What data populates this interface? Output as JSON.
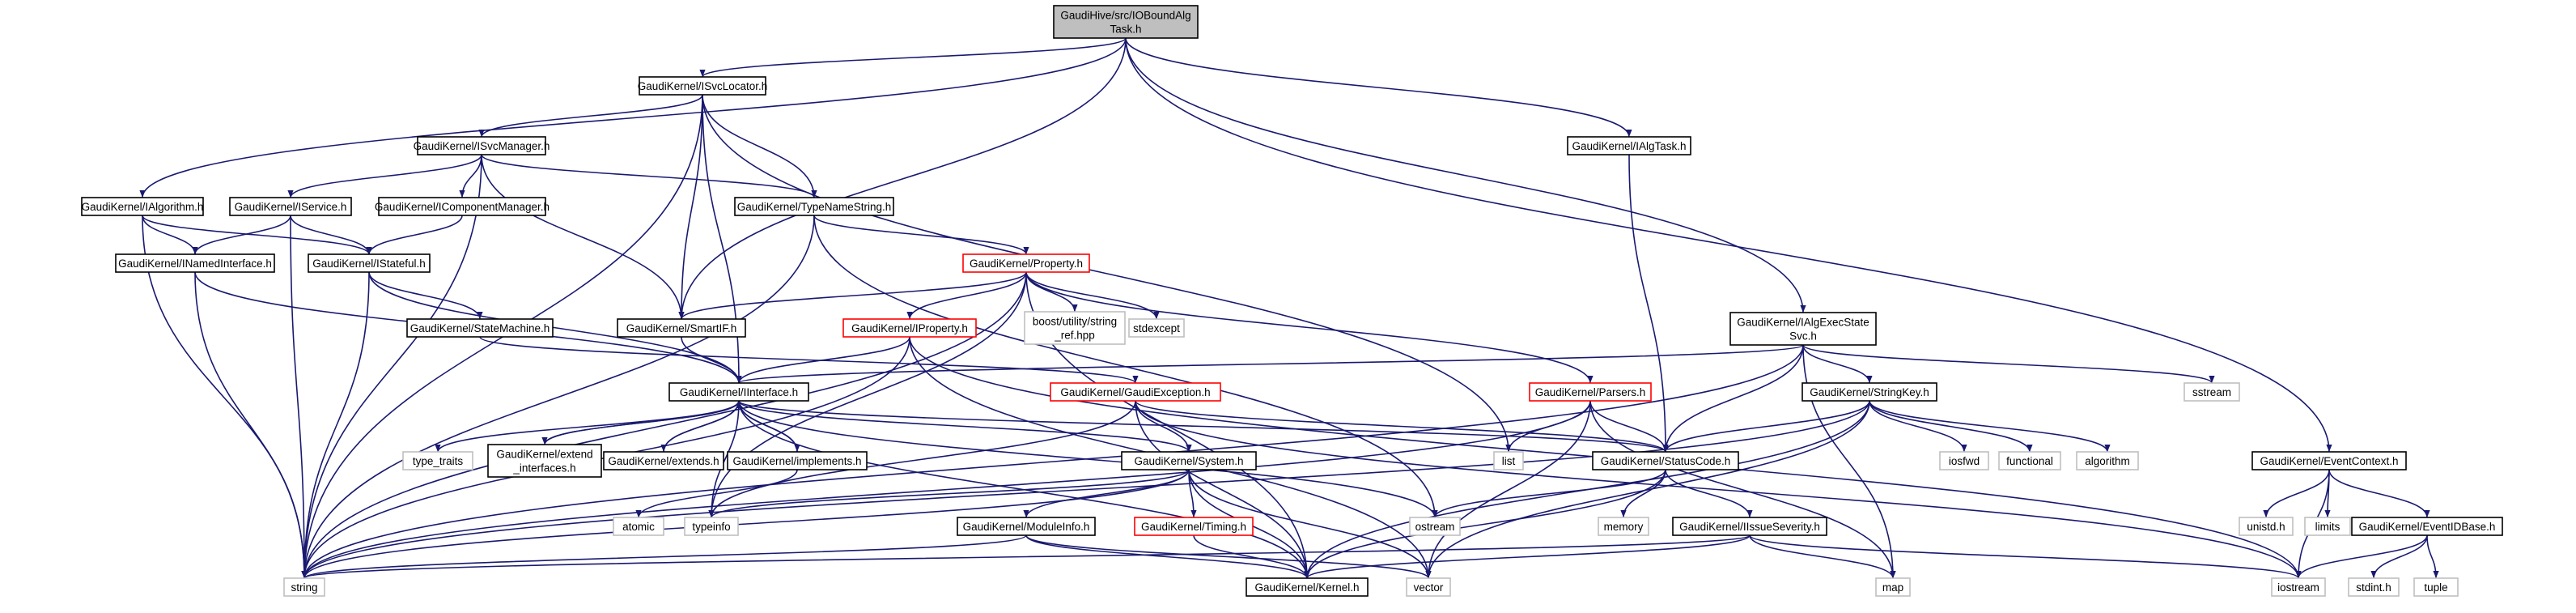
{
  "nodes": [
    {
      "id": "root",
      "kind": "root",
      "lines": [
        "GaudiHive/src/IOBoundAlg",
        "Task.h"
      ]
    },
    {
      "id": "isvclocator",
      "kind": "normal",
      "lines": [
        "GaudiKernel/ISvcLocator.h"
      ]
    },
    {
      "id": "isvcmanager",
      "kind": "normal",
      "lines": [
        "GaudiKernel/ISvcManager.h"
      ]
    },
    {
      "id": "ialgorithm",
      "kind": "normal",
      "lines": [
        "GaudiKernel/IAlgorithm.h"
      ]
    },
    {
      "id": "iservice",
      "kind": "normal",
      "lines": [
        "GaudiKernel/IService.h"
      ]
    },
    {
      "id": "icomponentmanager",
      "kind": "normal",
      "lines": [
        "GaudiKernel/IComponentManager.h"
      ]
    },
    {
      "id": "typenamestring",
      "kind": "normal",
      "lines": [
        "GaudiKernel/TypeNameString.h"
      ]
    },
    {
      "id": "inamedinterface",
      "kind": "normal",
      "lines": [
        "GaudiKernel/INamedInterface.h"
      ]
    },
    {
      "id": "istateful",
      "kind": "normal",
      "lines": [
        "GaudiKernel/IStateful.h"
      ]
    },
    {
      "id": "property",
      "kind": "red",
      "lines": [
        "GaudiKernel/Property.h"
      ]
    },
    {
      "id": "statemachine",
      "kind": "normal",
      "lines": [
        "GaudiKernel/StateMachine.h"
      ]
    },
    {
      "id": "smartif",
      "kind": "normal",
      "lines": [
        "GaudiKernel/SmartIF.h"
      ]
    },
    {
      "id": "iproperty",
      "kind": "red",
      "lines": [
        "GaudiKernel/IProperty.h"
      ]
    },
    {
      "id": "boost_string_ref",
      "kind": "ext",
      "lines": [
        "boost/utility/string",
        "_ref.hpp"
      ]
    },
    {
      "id": "stdexcept",
      "kind": "ext",
      "lines": [
        "stdexcept"
      ]
    },
    {
      "id": "ialgtask",
      "kind": "normal",
      "lines": [
        "GaudiKernel/IAlgTask.h"
      ]
    },
    {
      "id": "ialgexecstatesvc",
      "kind": "normal",
      "lines": [
        "GaudiKernel/IAlgExecState",
        "Svc.h"
      ]
    },
    {
      "id": "iinterface",
      "kind": "normal",
      "lines": [
        "GaudiKernel/IInterface.h"
      ]
    },
    {
      "id": "gaudiexception",
      "kind": "red",
      "lines": [
        "GaudiKernel/GaudiException.h"
      ]
    },
    {
      "id": "parsers",
      "kind": "red",
      "lines": [
        "GaudiKernel/Parsers.h"
      ]
    },
    {
      "id": "stringkey",
      "kind": "normal",
      "lines": [
        "GaudiKernel/StringKey.h"
      ]
    },
    {
      "id": "sstream",
      "kind": "ext",
      "lines": [
        "sstream"
      ]
    },
    {
      "id": "type_traits",
      "kind": "ext",
      "lines": [
        "type_traits"
      ]
    },
    {
      "id": "extend_interfaces",
      "kind": "normal",
      "lines": [
        "GaudiKernel/extend",
        "_interfaces.h"
      ]
    },
    {
      "id": "extends",
      "kind": "normal",
      "lines": [
        "GaudiKernel/extends.h"
      ]
    },
    {
      "id": "implements",
      "kind": "normal",
      "lines": [
        "GaudiKernel/implements.h"
      ]
    },
    {
      "id": "system",
      "kind": "normal",
      "lines": [
        "GaudiKernel/System.h"
      ]
    },
    {
      "id": "list",
      "kind": "ext",
      "lines": [
        "list"
      ]
    },
    {
      "id": "statuscode",
      "kind": "normal",
      "lines": [
        "GaudiKernel/StatusCode.h"
      ]
    },
    {
      "id": "iosfwd",
      "kind": "ext",
      "lines": [
        "iosfwd"
      ]
    },
    {
      "id": "functional",
      "kind": "ext",
      "lines": [
        "functional"
      ]
    },
    {
      "id": "algorithm",
      "kind": "ext",
      "lines": [
        "algorithm"
      ]
    },
    {
      "id": "eventcontext",
      "kind": "normal",
      "lines": [
        "GaudiKernel/EventContext.h"
      ]
    },
    {
      "id": "atomic",
      "kind": "ext",
      "lines": [
        "atomic"
      ]
    },
    {
      "id": "typeinfo",
      "kind": "ext",
      "lines": [
        "typeinfo"
      ]
    },
    {
      "id": "moduleinfo",
      "kind": "normal",
      "lines": [
        "GaudiKernel/ModuleInfo.h"
      ]
    },
    {
      "id": "timing",
      "kind": "red",
      "lines": [
        "GaudiKernel/Timing.h"
      ]
    },
    {
      "id": "ostream",
      "kind": "ext",
      "lines": [
        "ostream"
      ]
    },
    {
      "id": "memory",
      "kind": "ext",
      "lines": [
        "memory"
      ]
    },
    {
      "id": "iissueseverity",
      "kind": "normal",
      "lines": [
        "GaudiKernel/IIssueSeverity.h"
      ]
    },
    {
      "id": "unistd",
      "kind": "ext",
      "lines": [
        "unistd.h"
      ]
    },
    {
      "id": "limits",
      "kind": "ext",
      "lines": [
        "limits"
      ]
    },
    {
      "id": "eventidbase",
      "kind": "normal",
      "lines": [
        "GaudiKernel/EventIDBase.h"
      ]
    },
    {
      "id": "string",
      "kind": "ext",
      "lines": [
        "string"
      ]
    },
    {
      "id": "kernel",
      "kind": "normal",
      "lines": [
        "GaudiKernel/Kernel.h"
      ]
    },
    {
      "id": "vector",
      "kind": "ext",
      "lines": [
        "vector"
      ]
    },
    {
      "id": "map",
      "kind": "ext",
      "lines": [
        "map"
      ]
    },
    {
      "id": "iostream",
      "kind": "ext",
      "lines": [
        "iostream"
      ]
    },
    {
      "id": "stdint",
      "kind": "ext",
      "lines": [
        "stdint.h"
      ]
    },
    {
      "id": "tuple",
      "kind": "ext",
      "lines": [
        "tuple"
      ]
    }
  ],
  "edges": [
    [
      "root",
      "isvclocator"
    ],
    [
      "root",
      "ialgorithm"
    ],
    [
      "root",
      "smartif"
    ],
    [
      "root",
      "ialgtask"
    ],
    [
      "root",
      "ialgexecstatesvc"
    ],
    [
      "root",
      "eventcontext"
    ],
    [
      "isvclocator",
      "isvcmanager"
    ],
    [
      "isvclocator",
      "iinterface"
    ],
    [
      "isvclocator",
      "smartif"
    ],
    [
      "isvclocator",
      "typenamestring"
    ],
    [
      "isvclocator",
      "string"
    ],
    [
      "isvclocator",
      "list"
    ],
    [
      "isvcmanager",
      "iservice"
    ],
    [
      "isvcmanager",
      "icomponentmanager"
    ],
    [
      "isvcmanager",
      "typenamestring"
    ],
    [
      "isvcmanager",
      "smartif"
    ],
    [
      "isvcmanager",
      "string"
    ],
    [
      "ialgorithm",
      "inamedinterface"
    ],
    [
      "ialgorithm",
      "istateful"
    ],
    [
      "ialgorithm",
      "string"
    ],
    [
      "iservice",
      "inamedinterface"
    ],
    [
      "iservice",
      "istateful"
    ],
    [
      "iservice",
      "string"
    ],
    [
      "icomponentmanager",
      "istateful"
    ],
    [
      "typenamestring",
      "property"
    ],
    [
      "typenamestring",
      "string"
    ],
    [
      "typenamestring",
      "ostream"
    ],
    [
      "inamedinterface",
      "iinterface"
    ],
    [
      "inamedinterface",
      "string"
    ],
    [
      "istateful",
      "iinterface"
    ],
    [
      "istateful",
      "statemachine"
    ],
    [
      "istateful",
      "string"
    ],
    [
      "statemachine",
      "gaudiexception"
    ],
    [
      "property",
      "iproperty"
    ],
    [
      "property",
      "smartif"
    ],
    [
      "property",
      "boost_string_ref"
    ],
    [
      "property",
      "stdexcept"
    ],
    [
      "property",
      "parsers"
    ],
    [
      "property",
      "string"
    ],
    [
      "property",
      "typeinfo"
    ],
    [
      "property",
      "kernel"
    ],
    [
      "smartif",
      "iinterface"
    ],
    [
      "iproperty",
      "iinterface"
    ],
    [
      "iproperty",
      "string"
    ],
    [
      "iproperty",
      "vector"
    ],
    [
      "iproperty",
      "iostream"
    ],
    [
      "ialgtask",
      "statuscode"
    ],
    [
      "ialgexecstatesvc",
      "iinterface"
    ],
    [
      "ialgexecstatesvc",
      "stringkey"
    ],
    [
      "ialgexecstatesvc",
      "statuscode"
    ],
    [
      "ialgexecstatesvc",
      "sstream"
    ],
    [
      "ialgexecstatesvc",
      "map"
    ],
    [
      "ialgexecstatesvc",
      "string"
    ],
    [
      "iinterface",
      "extend_interfaces"
    ],
    [
      "iinterface",
      "extends"
    ],
    [
      "iinterface",
      "implements"
    ],
    [
      "iinterface",
      "type_traits"
    ],
    [
      "iinterface",
      "system"
    ],
    [
      "iinterface",
      "statuscode"
    ],
    [
      "iinterface",
      "typeinfo"
    ],
    [
      "iinterface",
      "ostream"
    ],
    [
      "iinterface",
      "kernel"
    ],
    [
      "extend_interfaces",
      "iinterface"
    ],
    [
      "extends",
      "iinterface"
    ],
    [
      "implements",
      "iinterface"
    ],
    [
      "implements",
      "atomic"
    ],
    [
      "gaudiexception",
      "system"
    ],
    [
      "gaudiexception",
      "statuscode"
    ],
    [
      "gaudiexception",
      "typeinfo"
    ],
    [
      "gaudiexception",
      "kernel"
    ],
    [
      "gaudiexception",
      "iostream"
    ],
    [
      "parsers",
      "statuscode"
    ],
    [
      "parsers",
      "list"
    ],
    [
      "parsers",
      "vector"
    ],
    [
      "parsers",
      "map"
    ],
    [
      "parsers",
      "string"
    ],
    [
      "stringkey",
      "statuscode"
    ],
    [
      "stringkey",
      "iosfwd"
    ],
    [
      "stringkey",
      "functional"
    ],
    [
      "stringkey",
      "algorithm"
    ],
    [
      "stringkey",
      "kernel"
    ],
    [
      "stringkey",
      "vector"
    ],
    [
      "stringkey",
      "string"
    ],
    [
      "system",
      "moduleinfo"
    ],
    [
      "system",
      "timing"
    ],
    [
      "system",
      "kernel"
    ],
    [
      "system",
      "string"
    ],
    [
      "system",
      "typeinfo"
    ],
    [
      "system",
      "vector"
    ],
    [
      "moduleinfo",
      "kernel"
    ],
    [
      "moduleinfo",
      "string"
    ],
    [
      "moduleinfo",
      "vector"
    ],
    [
      "timing",
      "kernel"
    ],
    [
      "statuscode",
      "iissueseverity"
    ],
    [
      "statuscode",
      "ostream"
    ],
    [
      "statuscode",
      "memory"
    ],
    [
      "statuscode",
      "kernel"
    ],
    [
      "iissueseverity",
      "kernel"
    ],
    [
      "iissueseverity",
      "string"
    ],
    [
      "iissueseverity",
      "map"
    ],
    [
      "iissueseverity",
      "iostream"
    ],
    [
      "eventcontext",
      "eventidbase"
    ],
    [
      "eventcontext",
      "unistd"
    ],
    [
      "eventcontext",
      "limits"
    ],
    [
      "eventcontext",
      "iostream"
    ],
    [
      "eventidbase",
      "stdint"
    ],
    [
      "eventidbase",
      "tuple"
    ],
    [
      "eventidbase",
      "iostream"
    ]
  ],
  "colors": {
    "edge": "#191970",
    "root_fill": "#bfbfbf",
    "node_border": "#000000",
    "red_border": "#ff0000",
    "external_border": "#bfbfbf"
  }
}
